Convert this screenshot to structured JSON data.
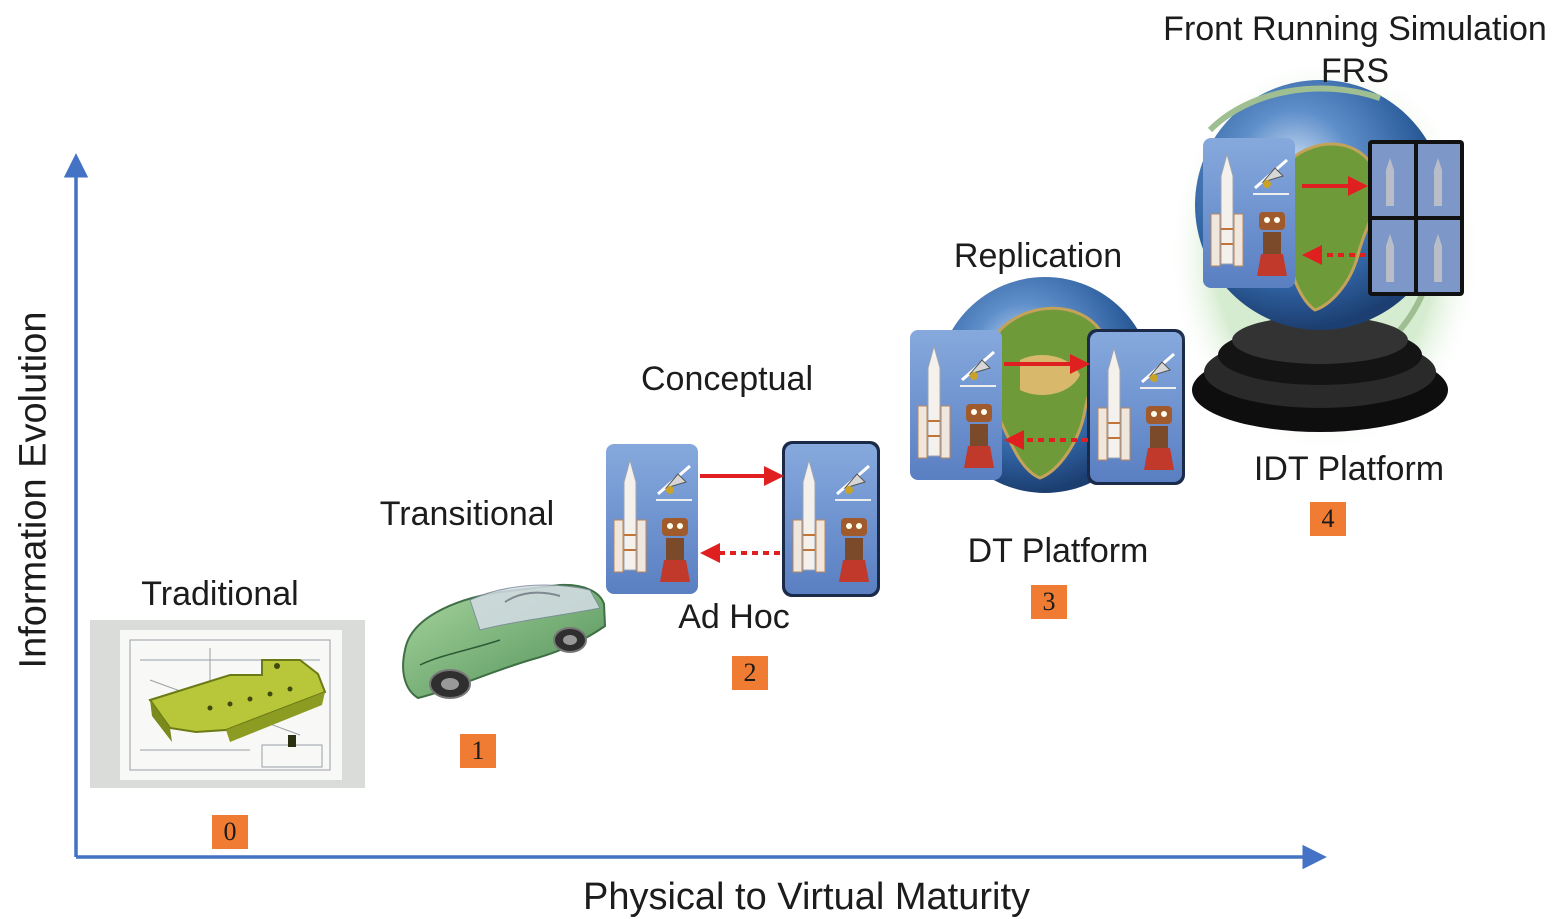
{
  "axes": {
    "x_label": "Physical to Virtual Maturity",
    "y_label": "Information Evolution"
  },
  "stages": [
    {
      "number": "0",
      "title": "Traditional"
    },
    {
      "number": "1",
      "title": "Transitional"
    },
    {
      "number": "2",
      "title": "Conceptual",
      "platform": "Ad Hoc"
    },
    {
      "number": "3",
      "title": "Replication",
      "platform": "DT Platform"
    },
    {
      "number": "4",
      "title": "Front Running Simulation",
      "abbr": "FRS",
      "platform": "IDT Platform"
    }
  ],
  "colors": {
    "axis": "#4472c4",
    "badge": "#ef7c32",
    "arrow": "#e02020",
    "card": "#6a8fd0",
    "globe_glow": "#b9dcab"
  }
}
